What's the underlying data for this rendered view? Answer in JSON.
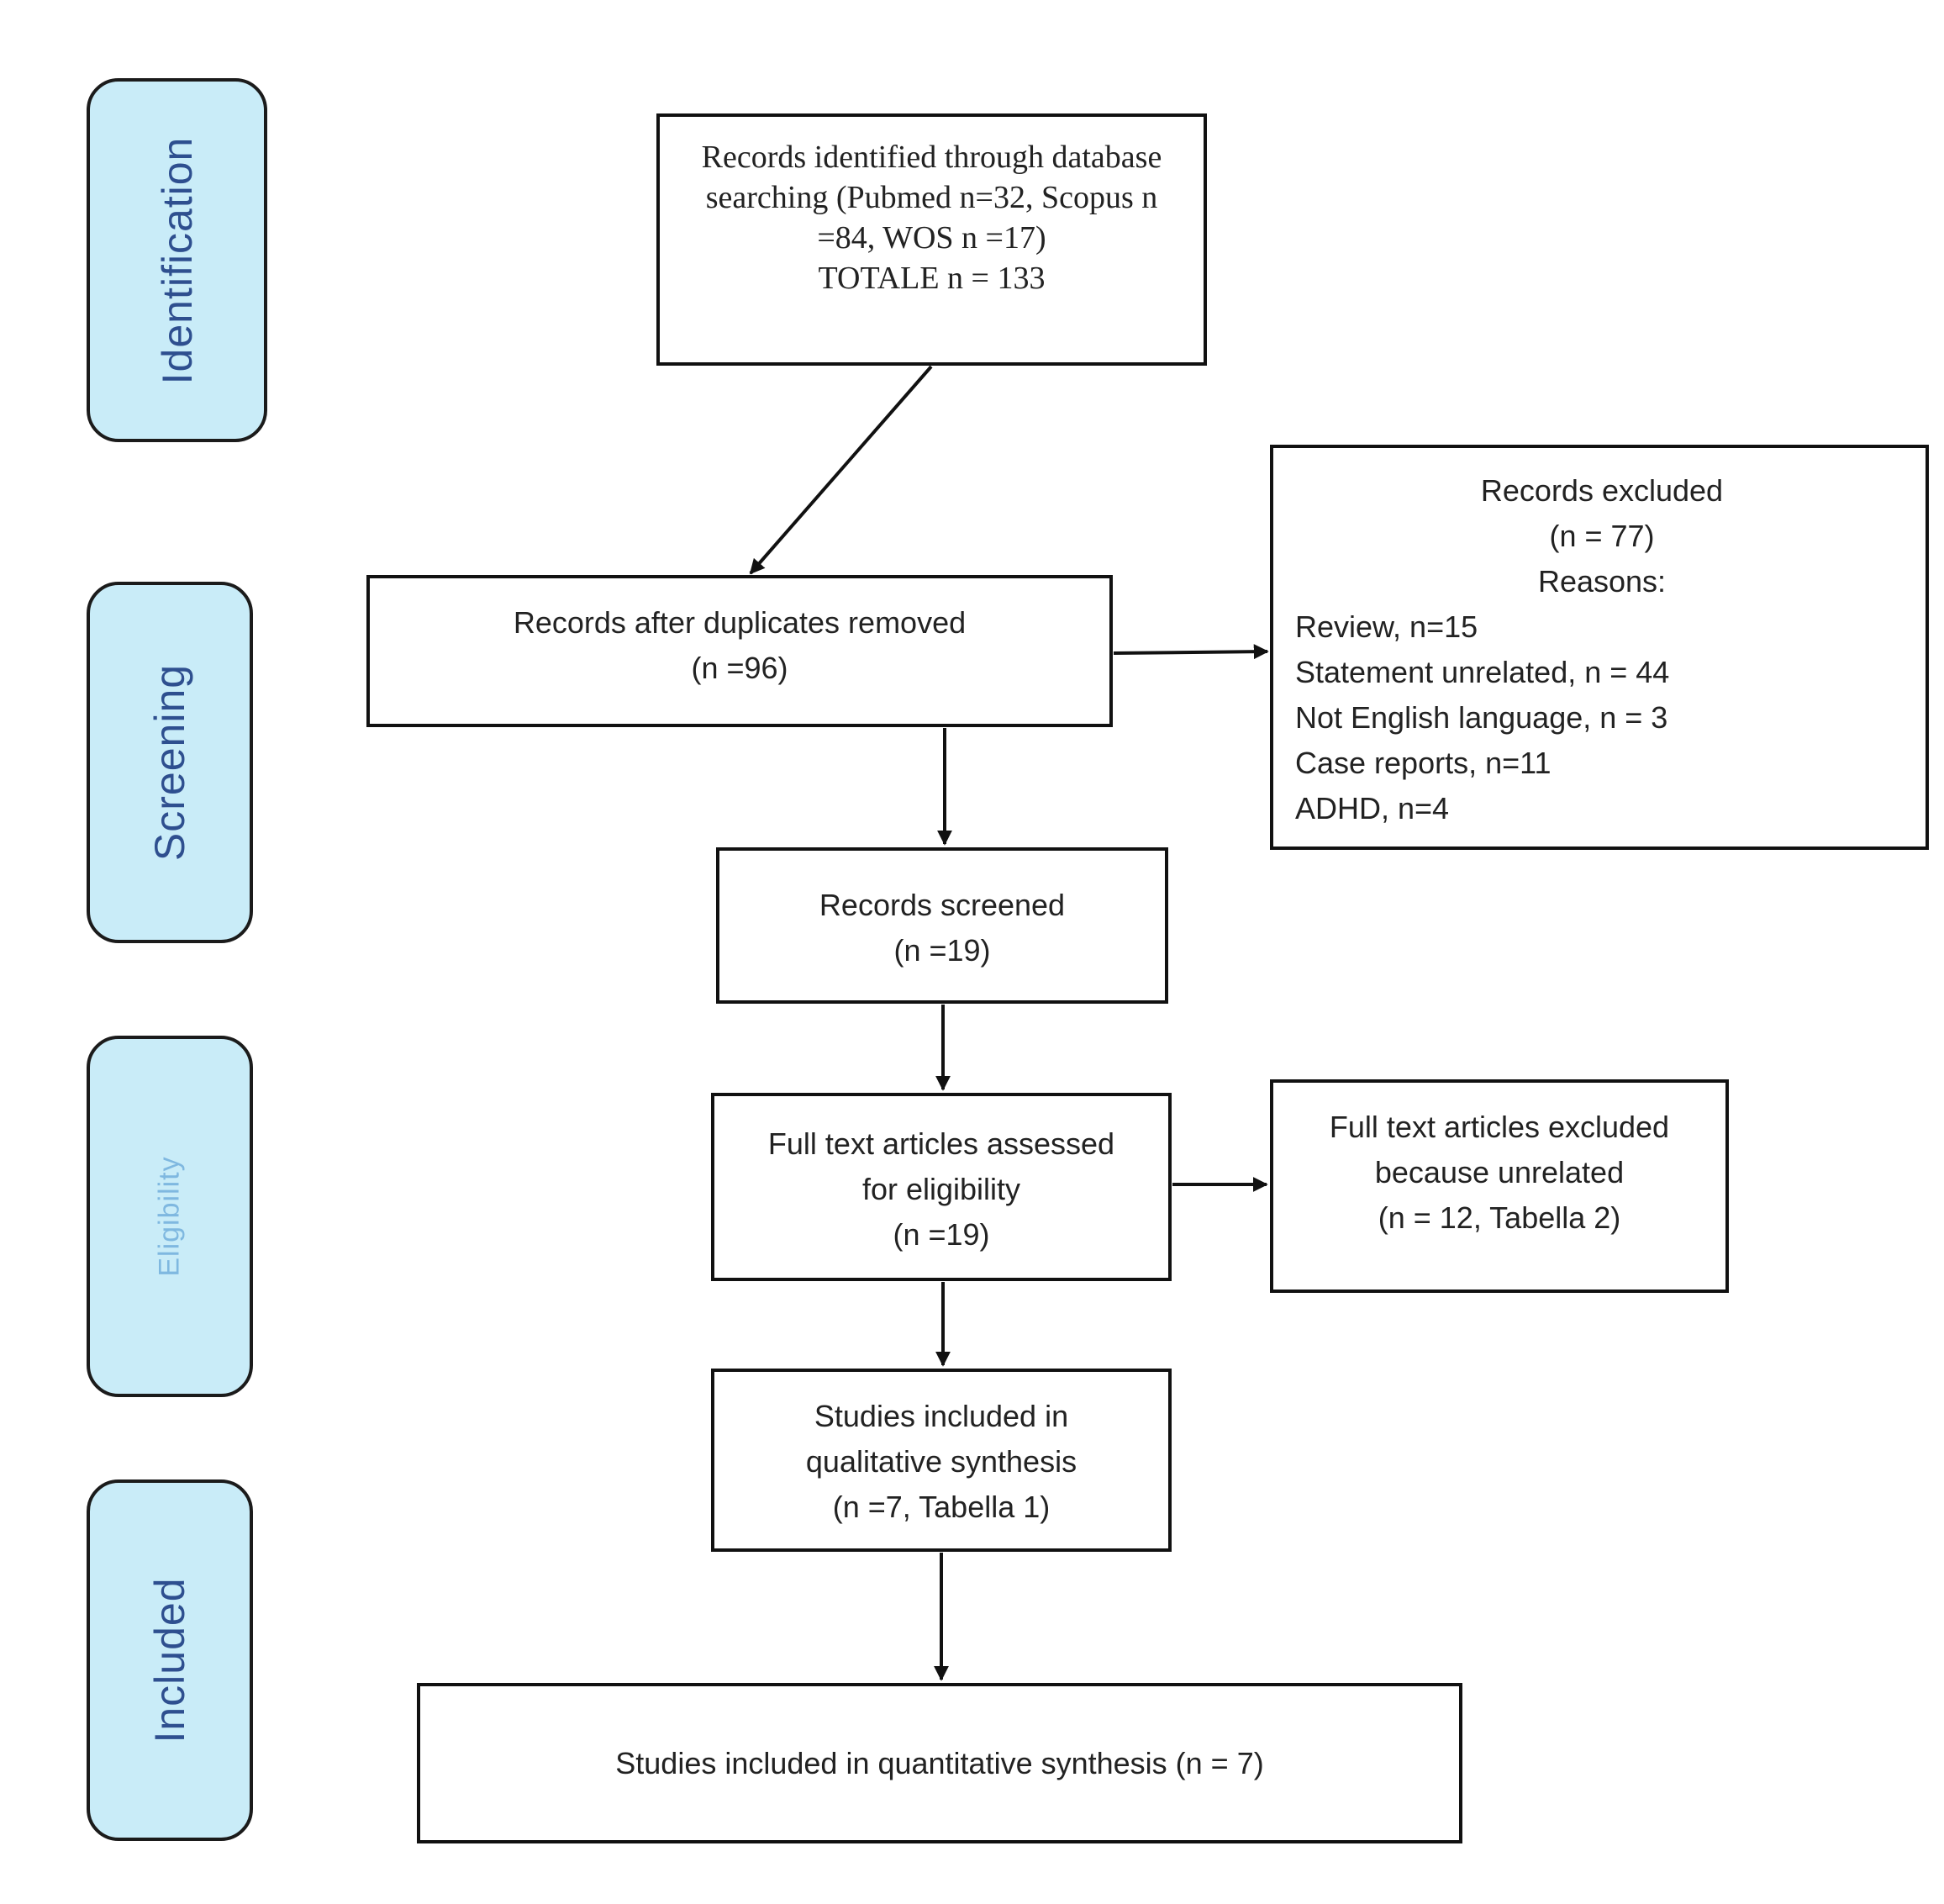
{
  "phases": {
    "identification": "Identification",
    "screening": "Screening",
    "eligibility": "Eligibility",
    "included": "Included"
  },
  "boxes": {
    "identified": {
      "lines": [
        "Records identified through database",
        "searching (Pubmed n=32, Scopus n",
        "=84, WOS n =17)",
        "TOTALE n = 133"
      ]
    },
    "duplicates": {
      "lines": [
        "Records  after duplicates  removed",
        "(n =96)"
      ]
    },
    "excluded": {
      "title": "Records  excluded",
      "count": "(n  = 77)",
      "reasons_heading": "Reasons:",
      "reasons": [
        "Review, n=15",
        "Statement unrelated,  n = 44",
        "Not English language,  n = 3",
        "Case reports,  n=11",
        "ADHD, n=4"
      ]
    },
    "screened": {
      "lines": [
        "Records  screened",
        "(n  =19)"
      ]
    },
    "assessed": {
      "lines": [
        "Full text articles assessed",
        "for eligibility",
        "(n  =19)"
      ]
    },
    "ft_excluded": {
      "lines": [
        "Full text articles excluded",
        "because  unrelated",
        "(n  = 12, Tabella 2)"
      ]
    },
    "qualitative": {
      "lines": [
        "Studies included  in",
        "qualitative synthesis",
        "(n  =7, Tabella 1)"
      ]
    },
    "quantitative": {
      "lines": [
        "Studies included  in quantitative synthesis (n  = 7)"
      ]
    }
  }
}
